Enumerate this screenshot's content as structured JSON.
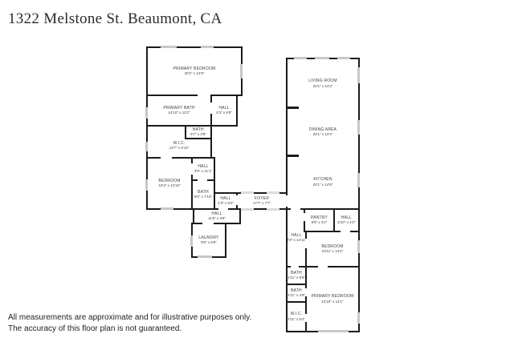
{
  "title": "1322 Melstone St. Beaumont, CA",
  "disclaimer": {
    "line1": "All measurements are approximate and for illustrative purposes only.",
    "line2": "The accuracy of this floor plan is not guaranteed."
  },
  "colors": {
    "wall": "#1b1b1b",
    "window": "#c8c8c8",
    "label_text": "#3d3d3d"
  },
  "rooms": [
    {
      "id": "primary-bedroom-left",
      "label": "PRIMARY BEDROOM",
      "dims": "20'2\" x 14'8\""
    },
    {
      "id": "primary-bath",
      "label": "PRIMARY BATH",
      "dims": "14'10\" x 12'2\""
    },
    {
      "id": "hall-upper",
      "label": "HALL",
      "dims": "4'3\" x 8'8\""
    },
    {
      "id": "wic-left",
      "label": "W.I.C.",
      "dims": "13'7\" x 5'10\""
    },
    {
      "id": "bath-small-upper",
      "label": "BATH",
      "dims": "5'7\" x 3'9\""
    },
    {
      "id": "bedroom-left",
      "label": "BEDROOM",
      "dims": "10'4\" x 12'10\""
    },
    {
      "id": "hall-vertical",
      "label": "HALL",
      "dims": "3'9\" x 21'1\""
    },
    {
      "id": "bath-mid",
      "label": "BATH",
      "dims": "5'5\" x 7'10\""
    },
    {
      "id": "hall-foyer-side",
      "label": "HALL",
      "dims": "4'3\" x 9'2\""
    },
    {
      "id": "foyer",
      "label": "FOYER",
      "dims": "17'7\" x 7'7\""
    },
    {
      "id": "hall-lower",
      "label": "HALL",
      "dims": "11'6\" x 3'8\""
    },
    {
      "id": "laundry",
      "label": "LAUNDRY",
      "dims": "9'5\" x 6'8\""
    },
    {
      "id": "living-room",
      "label": "LIVING ROOM",
      "dims": "20'1\" x 14'2\""
    },
    {
      "id": "dining-area",
      "label": "DINING AREA",
      "dims": "20'1\" x 13'4\""
    },
    {
      "id": "kitchen",
      "label": "KITCHEN",
      "dims": "20'1\" x 14'9\""
    },
    {
      "id": "hall-right-vertical",
      "label": "HALL",
      "dims": "3'9\" x 14'11\""
    },
    {
      "id": "pantry",
      "label": "PANTRY",
      "dims": "9'9\" x 4'2\""
    },
    {
      "id": "hall-right-upper",
      "label": "HALL",
      "dims": "5'10\" x 4'2\""
    },
    {
      "id": "bedroom-right",
      "label": "BEDROOM",
      "dims": "10'11\" x 14'2\""
    },
    {
      "id": "bath-right-1",
      "label": "BATH",
      "dims": "4'11\" x 5'9\""
    },
    {
      "id": "bath-right-2",
      "label": "BATH",
      "dims": "4'11\" x 4'9\""
    },
    {
      "id": "wic-right",
      "label": "W.I.C.",
      "dims": "4'11\" x 5'4\""
    },
    {
      "id": "primary-bedroom-right",
      "label": "PRIMARY BEDROOM",
      "dims": "14'10\" x 14'1\""
    }
  ]
}
